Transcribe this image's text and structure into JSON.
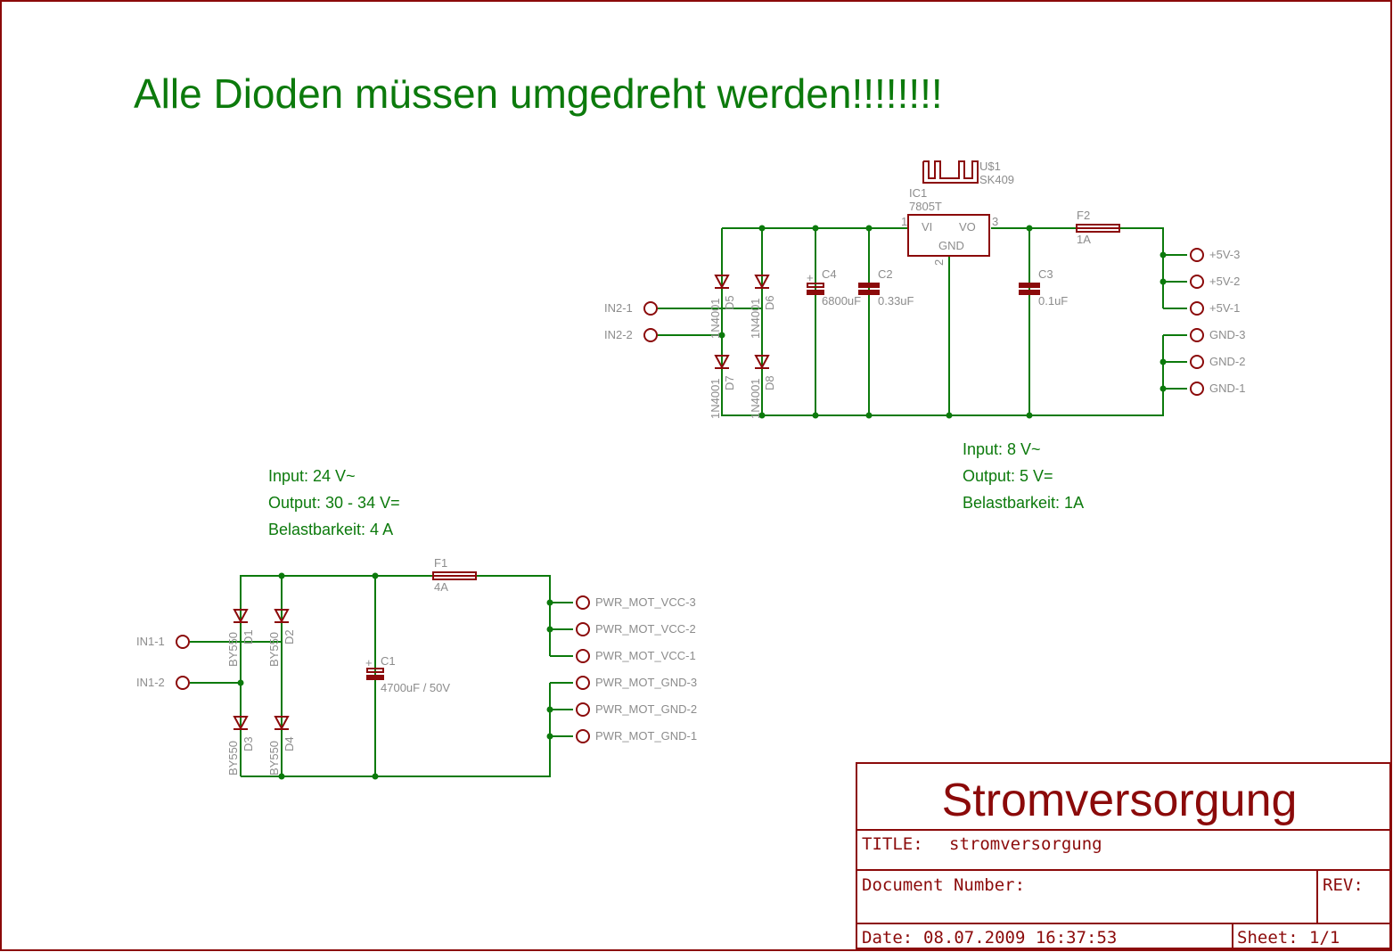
{
  "header_note": "Alle Dioden müssen umgedreht werden!!!!!!!!",
  "regulator": {
    "ic_name": "IC1",
    "ic_value": "7805T",
    "pin_vi": "VI",
    "pin_vo": "VO",
    "pin_gnd": "GND",
    "pin1": "1",
    "pin2": "2",
    "pin3": "3",
    "heatsink_name": "U$1",
    "heatsink_value": "SK409"
  },
  "circuit_5v": {
    "inputs": [
      "IN2-1",
      "IN2-2"
    ],
    "diodes": [
      {
        "name": "D5",
        "value": "1N4001"
      },
      {
        "name": "D6",
        "value": "1N4001"
      },
      {
        "name": "D7",
        "value": "1N4001"
      },
      {
        "name": "D8",
        "value": "1N4001"
      }
    ],
    "caps": [
      {
        "name": "C4",
        "value": "6800uF"
      },
      {
        "name": "C2",
        "value": "0.33uF"
      },
      {
        "name": "C3",
        "value": "0.1uF"
      }
    ],
    "fuse": {
      "name": "F2",
      "value": "1A"
    },
    "outputs": [
      "+5V-3",
      "+5V-2",
      "+5V-1",
      "GND-3",
      "GND-2",
      "GND-1"
    ],
    "spec": [
      "Input: 8 V~",
      "Output: 5 V=",
      "Belastbarkeit: 1A"
    ]
  },
  "circuit_motor": {
    "inputs": [
      "IN1-1",
      "IN1-2"
    ],
    "diodes": [
      {
        "name": "D1",
        "value": "BY550"
      },
      {
        "name": "D2",
        "value": "BY550"
      },
      {
        "name": "D3",
        "value": "BY550"
      },
      {
        "name": "D4",
        "value": "BY550"
      }
    ],
    "cap": {
      "name": "C1",
      "value": "4700uF / 50V"
    },
    "fuse": {
      "name": "F1",
      "value": "4A"
    },
    "outputs": [
      "PWR_MOT_VCC-3",
      "PWR_MOT_VCC-2",
      "PWR_MOT_VCC-1",
      "PWR_MOT_GND-3",
      "PWR_MOT_GND-2",
      "PWR_MOT_GND-1"
    ],
    "spec": [
      "Input: 24 V~",
      "Output: 30 - 34 V=",
      "Belastbarkeit: 4 A"
    ]
  },
  "title_block": {
    "heading": "Stromversorgung",
    "title_label": "TITLE:",
    "title_value": "stromversorgung",
    "document_label": "Document Number:",
    "rev_label": "REV:",
    "date_label": "Date:",
    "date_value": "08.07.2009 16:37:53",
    "sheet_label": "Sheet:",
    "sheet_value": "1/1"
  },
  "colors": {
    "wire": "#0c7a0c",
    "device": "#8b0a0a",
    "label": "#8c8c8c"
  }
}
